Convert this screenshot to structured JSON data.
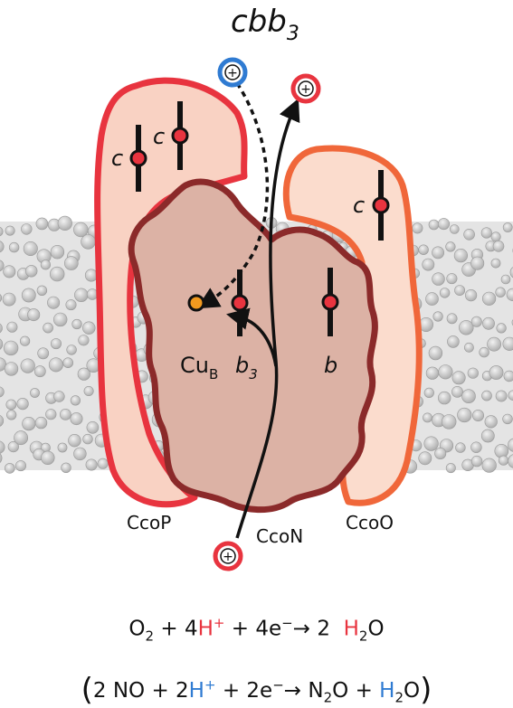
{
  "title": {
    "main": "cbb",
    "sub": "3"
  },
  "subunits": {
    "ccop": "CcoP",
    "ccon": "CcoN",
    "ccoo": "CcoO"
  },
  "cofactors": {
    "heme_c": "c",
    "cu_main": "Cu",
    "cu_sub": "B",
    "b3_main": "b",
    "b3_sub": "3",
    "heme_b": "b"
  },
  "proton_symbol": "+",
  "equation1": {
    "o2": "O",
    "o2_sub": "2",
    "part1": " + 4",
    "h": "H",
    "h_sup": "+",
    "part2": " + 4e",
    "e_sup": "−",
    "arrow": "→",
    "part3": " 2  ",
    "h2": "H",
    "h2_sub": "2",
    "o": "O"
  },
  "equation2": {
    "lparen": "(",
    "part1": "2 NO + 2",
    "h": "H",
    "h_sup": "+",
    "part2": " + 2e",
    "e_sup": "−",
    "arrow": "→",
    "n2o_n": " N",
    "n2o_sub": "2",
    "n2o_o": "O + ",
    "h2": "H",
    "h2_sub": "2",
    "o": "O",
    "rparen": ")"
  },
  "colors": {
    "ccop_outline": "#e8343f",
    "ccop_fill": "#f9d2c3",
    "ccoo_outline": "#f0673a",
    "ccon_outline": "#8b2a2a",
    "ccon_fill": "#dcb2a5",
    "membrane": "#c8c8c8",
    "proton_red": "#e8343f",
    "proton_blue": "#2f7bd2",
    "cu_orange": "#f29a1f"
  }
}
